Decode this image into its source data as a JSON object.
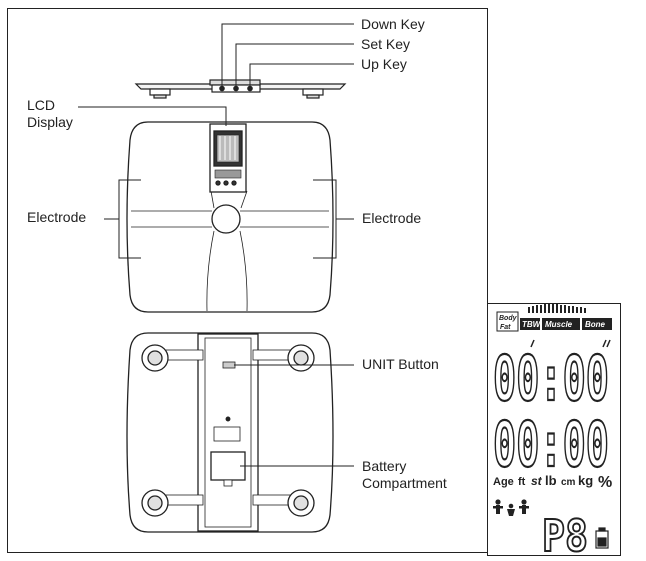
{
  "labels": {
    "down_key": "Down Key",
    "set_key": "Set Key",
    "up_key": "Up Key",
    "lcd_display_line1": "LCD",
    "lcd_display_line2": "Display",
    "electrode_left": "Electrode",
    "electrode_right": "Electrode",
    "unit_button": "UNIT Button",
    "battery_line1": "Battery",
    "battery_line2": "Compartment"
  },
  "lcd": {
    "body_top": "Body",
    "body_bottom": "Fat",
    "tbw": "TBW",
    "muscle": "Muscle",
    "bone": "Bone",
    "digits_row1": "00:00",
    "digits_row2": "00:00",
    "age": "Age",
    "ft": "ft",
    "st": "st",
    "lb": "lb",
    "cm": "cm",
    "kg": "kg",
    "percent": "%",
    "user_code": "P8"
  },
  "colors": {
    "line": "#222222",
    "fill_light": "#ffffff",
    "fill_gray": "#d9d9d9"
  }
}
